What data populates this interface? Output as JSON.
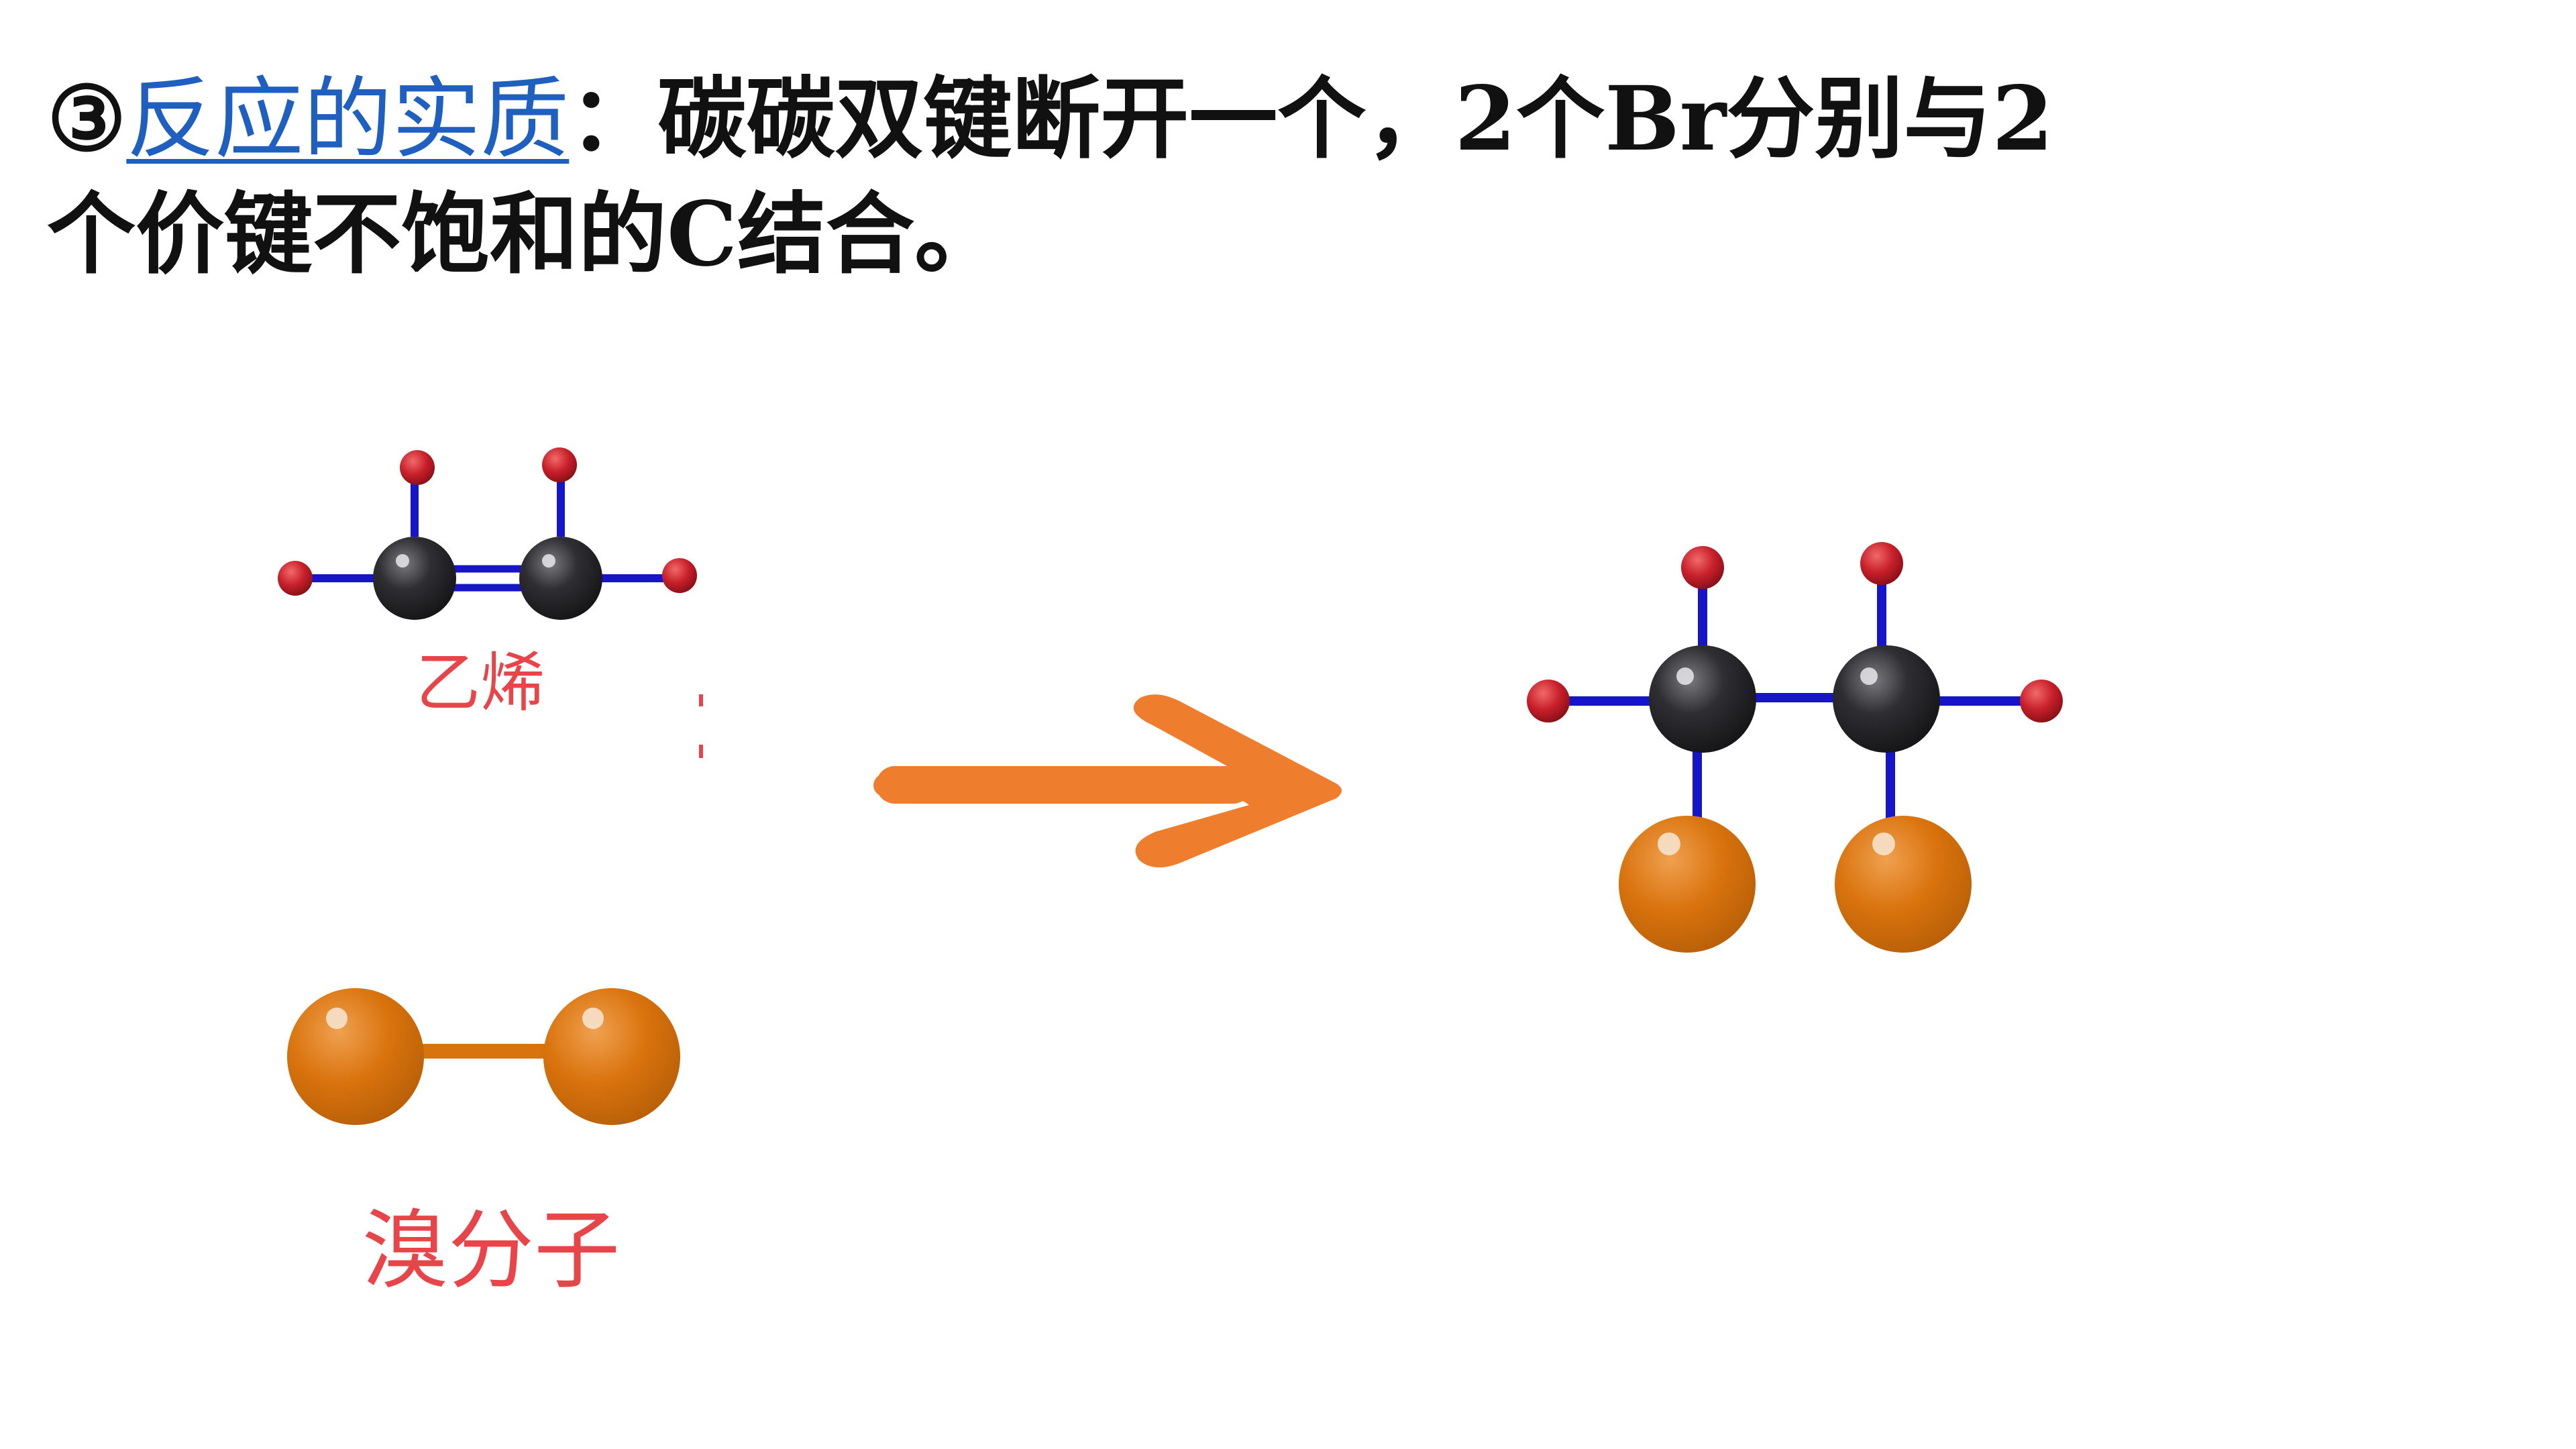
{
  "heading": {
    "marker": "③",
    "link_text": "反应的实质",
    "colon": "：",
    "line1_rest": "碳碳双键断开一个，2个Br分别与2",
    "line2": "个价键不饱和的C结合。"
  },
  "labels": {
    "ethylene": "乙烯",
    "bromine": "溴分子"
  },
  "colors": {
    "heading_text": "#111111",
    "link": "#1f5fbf",
    "label": "#e8454a",
    "carbon": "#2f2f33",
    "hydrogen": "#c8202a",
    "bromine_atom": "#d9730d",
    "bond": "#1616c8",
    "br_bond": "#d9730d",
    "arrow": "#ef7d2e"
  },
  "icons": {
    "arrow": "reaction-arrow"
  }
}
